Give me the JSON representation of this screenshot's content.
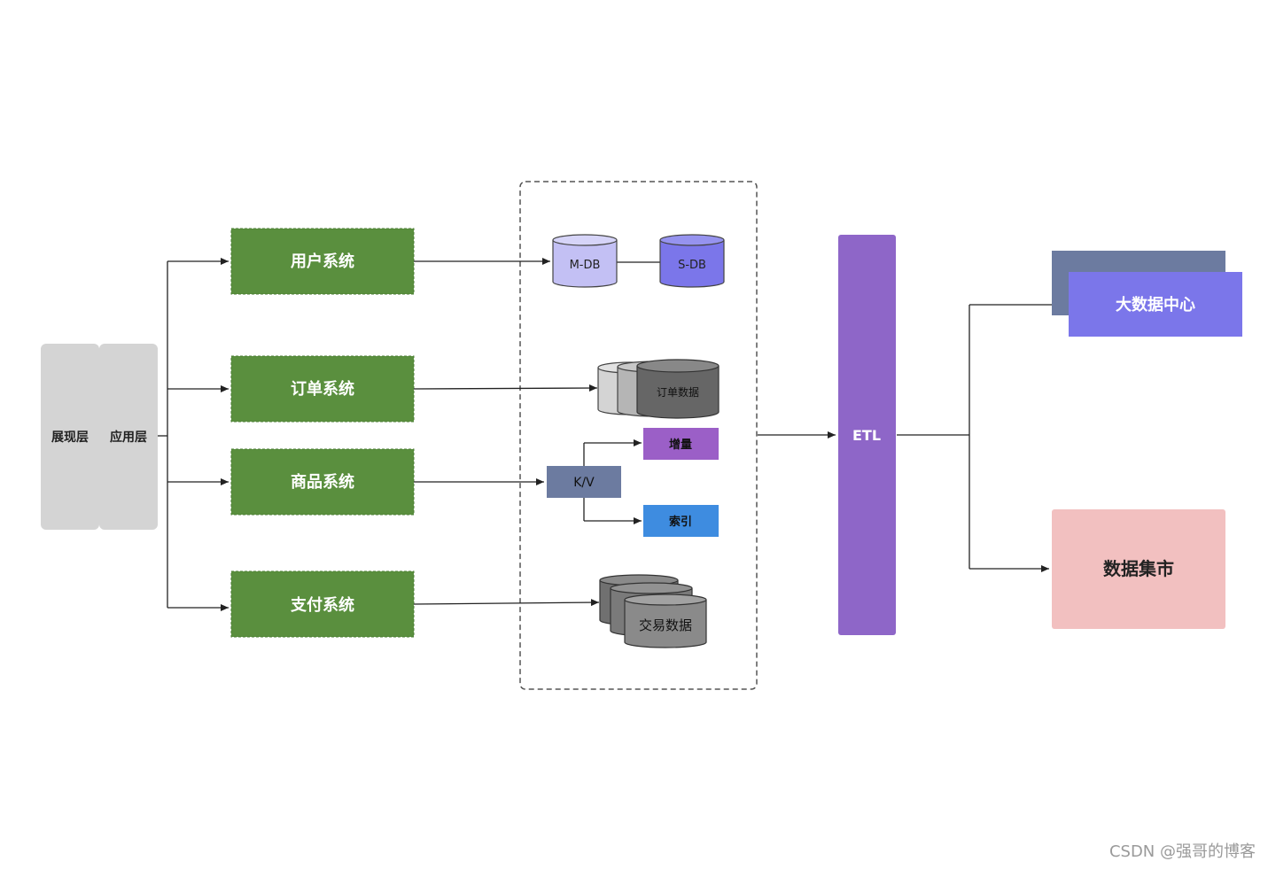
{
  "layers": {
    "presentation": "展现层",
    "application": "应用层"
  },
  "systems": [
    "用户系统",
    "订单系统",
    "商品系统",
    "支付系统"
  ],
  "storage": {
    "master_db": "M-DB",
    "slave_db": "S-DB",
    "order_data": "订单数据",
    "kv": "K/V",
    "incremental": "增量",
    "index": "索引",
    "trade_data": "交易数据"
  },
  "etl": "ETL",
  "targets": {
    "big_data_center": "大数据中心",
    "data_mart": "数据集市"
  },
  "watermark": "CSDN @强哥的博客",
  "colors": {
    "layer_gray": "#d4d4d4",
    "system_green": "#5a8f3e",
    "mdb": "#c3c0f4",
    "sdb": "#7b76ea",
    "kv": "#6c7ba0",
    "incremental": "#9b5fc7",
    "index": "#3e8ce0",
    "etl": "#8e66c8",
    "big_data_back": "#6c7ba0",
    "big_data_front": "#7b76ea",
    "data_mart": "#f2c0c0"
  }
}
